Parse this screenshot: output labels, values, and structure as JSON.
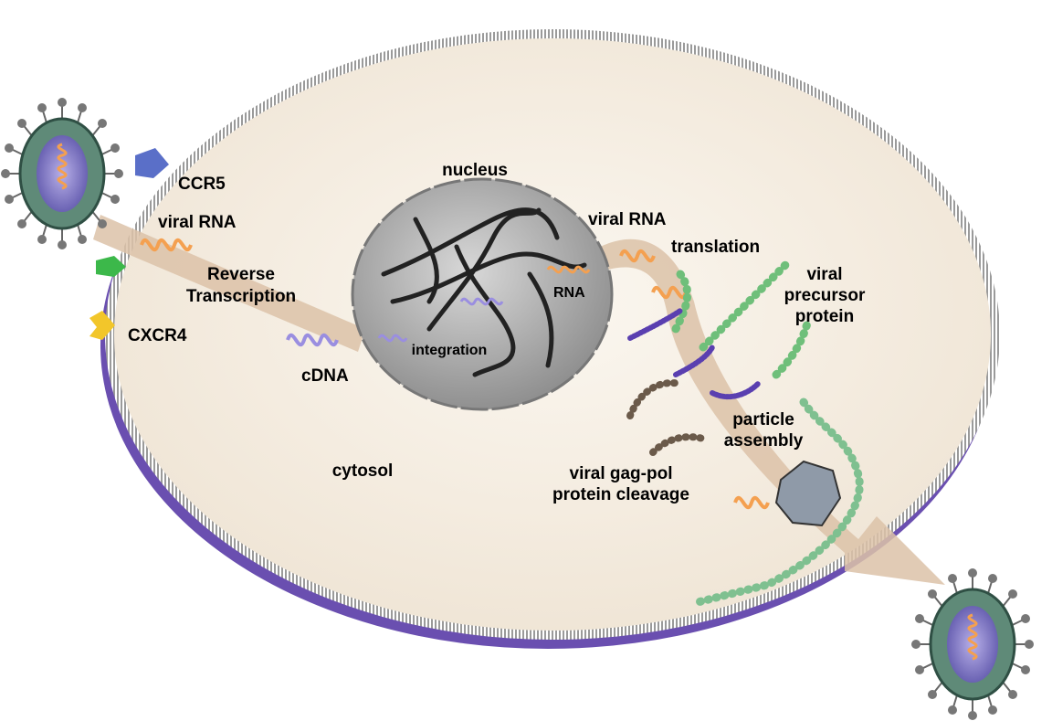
{
  "labels": {
    "ccr5": "CCR5",
    "viral_rna_left": "viral RNA",
    "reverse": "Reverse",
    "transcription": "Transcription",
    "cxcr4": "CXCR4",
    "cdna": "cDNA",
    "nucleus": "nucleus",
    "integration": "integration",
    "rna": "RNA",
    "viral_rna_right": "viral RNA",
    "translation": "translation",
    "viral": "viral",
    "precursor": "precursor",
    "protein": "protein",
    "particle": "particle",
    "assembly": "assembly",
    "gag_pol": "viral gag-pol",
    "protein_cleavage": "protein cleavage",
    "cytosol": "cytosol"
  },
  "colors": {
    "cytoplasm": "#f7f0e6",
    "membrane_shadow": "#6a4fb0",
    "nucleus": "#a9a9a9",
    "arrow": "#dcc2a8",
    "virus_shell": "#5f8a78",
    "ccr5": "#5a6fc8",
    "cxcr4": "#f2c62a",
    "cd4": "#3cb84a"
  }
}
